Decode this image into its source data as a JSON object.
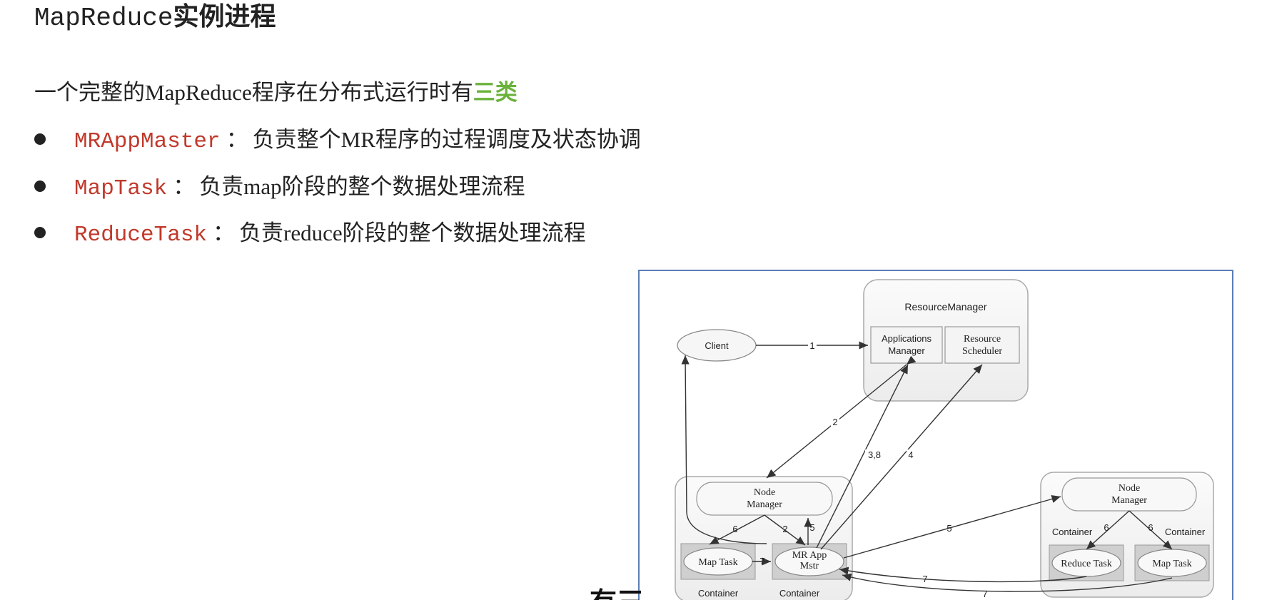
{
  "title": {
    "prefix": "MapReduce",
    "suffix": "实例进程"
  },
  "intro": {
    "before": "一个完整的",
    "term": "MapReduce",
    "middle": "程序在分布式运行时有",
    "highlight": "三类"
  },
  "bullets": [
    {
      "name": "MRAppMaster",
      "separator": "：",
      "pre": "负责整个",
      "mono": "MR",
      "post": "程序的过程调度及状态协调"
    },
    {
      "name": "MapTask",
      "separator": "：",
      "pre": "负责",
      "mono": "map",
      "post": "阶段的整个数据处理流程"
    },
    {
      "name": "ReduceTask",
      "separator": "：",
      "pre": "负责",
      "mono": "reduce",
      "post": "阶段的整个数据处理流程"
    }
  ],
  "diagram": {
    "resource_manager": "ResourceManager",
    "applications_manager_line1": "Applications",
    "applications_manager_line2": "Manager",
    "resource_scheduler_line1": "Resource",
    "resource_scheduler_line2": "Scheduler",
    "client": "Client",
    "node_manager_line1": "Node",
    "node_manager_line2": "Manager",
    "map_task": "Map Task",
    "reduce_task": "Reduce Task",
    "mr_app_line1": "MR App",
    "mr_app_line2": "Mstr",
    "container": "Container",
    "step_labels": [
      "1",
      "2",
      "3,8",
      "4",
      "5",
      "6",
      "7"
    ]
  },
  "caption_fragment": "有三类",
  "colors": {
    "term_red": "#c0392b",
    "highlight_green": "#6ab23b",
    "frame_border": "#5b7fb6"
  }
}
